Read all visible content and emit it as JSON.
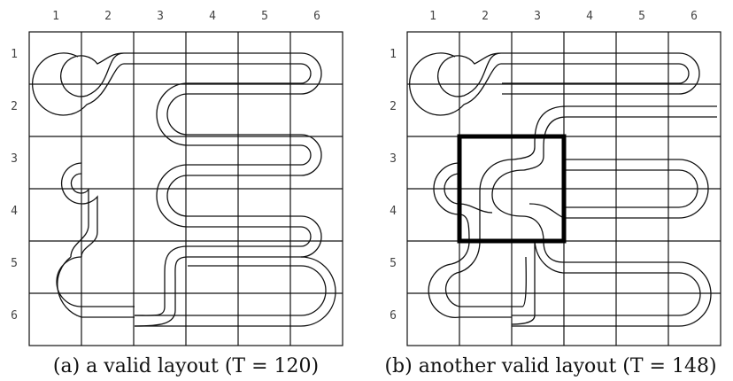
{
  "panels": [
    {
      "col_labels": [
        "1",
        "2",
        "3",
        "4",
        "5",
        "6"
      ],
      "row_labels": [
        "1",
        "2",
        "3",
        "4",
        "5",
        "6"
      ],
      "caption": "(a) a valid layout (T = 120)"
    },
    {
      "col_labels": [
        "1",
        "2",
        "3",
        "4",
        "5",
        "6"
      ],
      "row_labels": [
        "1",
        "2",
        "3",
        "4",
        "5",
        "6"
      ],
      "caption": "(b) another valid layout (T = 148)"
    }
  ]
}
